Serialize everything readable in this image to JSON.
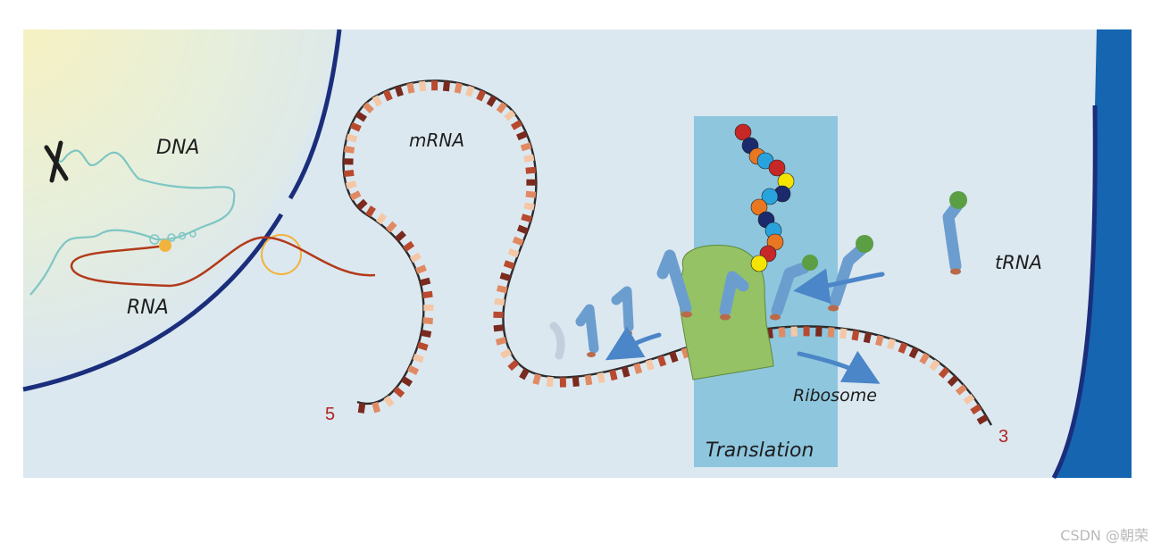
{
  "labels": {
    "dna": "DNA",
    "rna": "RNA",
    "mrna": "mRNA",
    "trna": "tRNA",
    "ribosome": "Ribosome",
    "translation": "Translation",
    "five_prime": "5",
    "three_prime": "3"
  },
  "watermark": "CSDN @朝荣",
  "colors": {
    "background": "#dce8f0",
    "nucleus_gradient_center": "#f7f1c4",
    "nuclear_membrane": "#1a2e7c",
    "cell_membrane": "#1565b0",
    "translation_box": "#8ec6de",
    "ribosome": "#94c265",
    "trna": "#6b9ecf",
    "dna": "#7ec6c4",
    "rna": "#b23a1a",
    "end_labels": "#b22222"
  }
}
